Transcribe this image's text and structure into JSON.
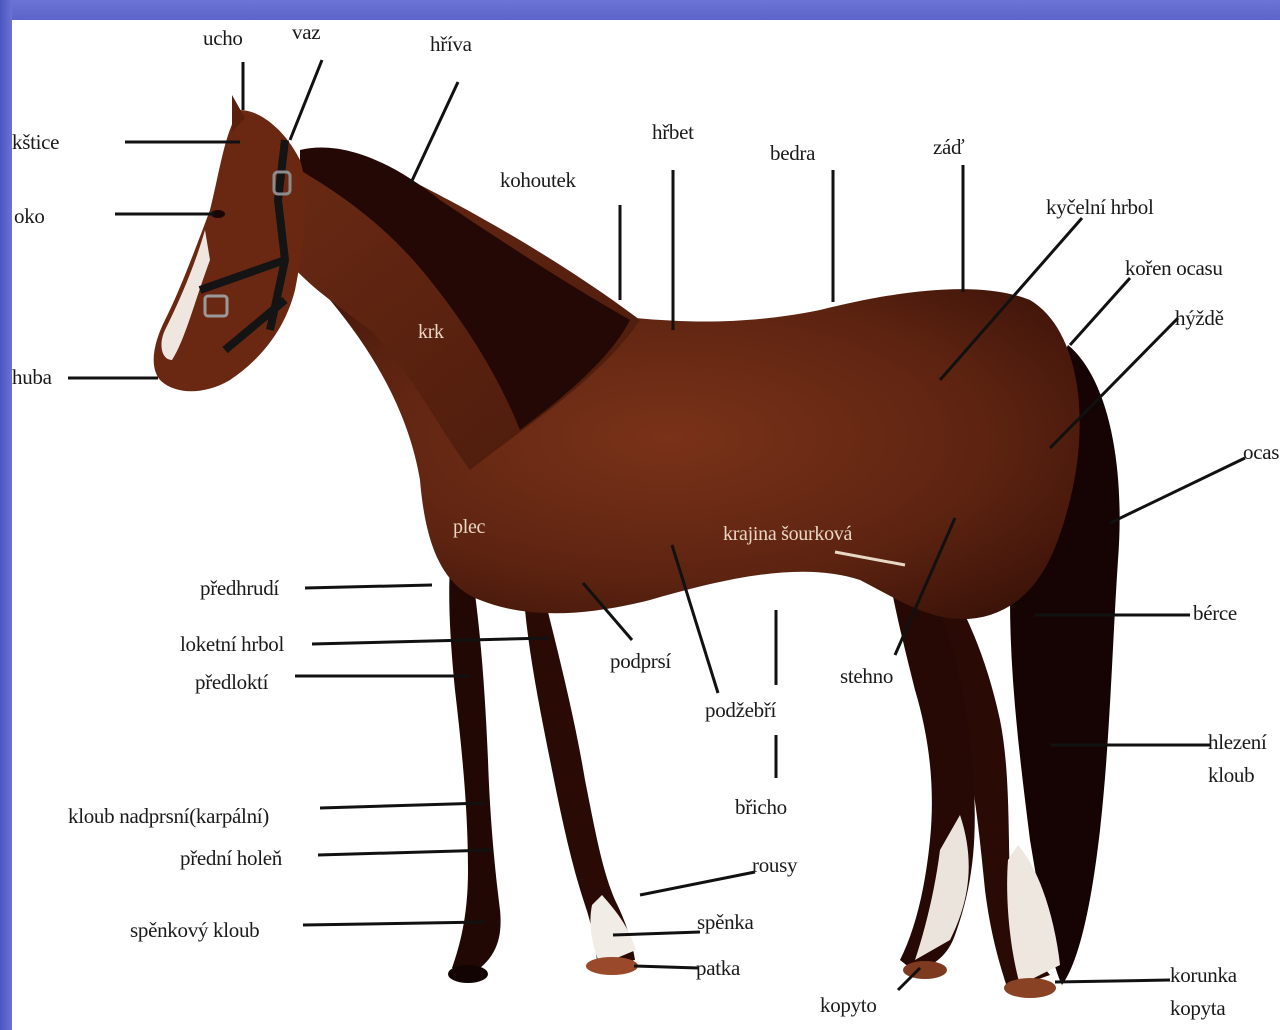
{
  "labels": {
    "ucho": "ucho",
    "vaz": "vaz",
    "hriva": "hříva",
    "kstice": "kštice",
    "oko": "oko",
    "huba": "huba",
    "kohoutek": "kohoutek",
    "hrbet": "hřbet",
    "bedra": "bedra",
    "zad": "záď",
    "kycelni_hrbol": "kyčelní hrbol",
    "koren_ocasu": "kořen ocasu",
    "hyzde": "hýždě",
    "ocas": "ocas",
    "krk": "krk",
    "plec": "plec",
    "krajina_sourkova": "krajina šourková",
    "predhrudi": "předhrudí",
    "loketni_hrbol": "loketní hrbol",
    "predlokti": "předloktí",
    "podprsi": "podprsí",
    "podzebri": "podžebří",
    "stehno": "stehno",
    "berce": "bérce",
    "hlezenni_kloub_1": "hlezení",
    "hlezenni_kloub_2": "kloub",
    "bricho": "břicho",
    "kloub_nadprsni": "kloub nadprsní(karpální)",
    "predni_holen": "přední holeň",
    "rousy": "rousy",
    "spenka": "spěnka",
    "spenkovy_kloub": "spěnkový kloub",
    "patka": "patka",
    "kopyto": "kopyto",
    "korunka_1": "korunka",
    "korunka_2": "kopyta"
  },
  "colors": {
    "frame": "#5a63c4",
    "background": "#ffffff",
    "coat": "#6b2b16",
    "coat_dark": "#2e0c06",
    "legs": "#1f0704",
    "mane": "#240805",
    "leader_line": "#111111"
  }
}
